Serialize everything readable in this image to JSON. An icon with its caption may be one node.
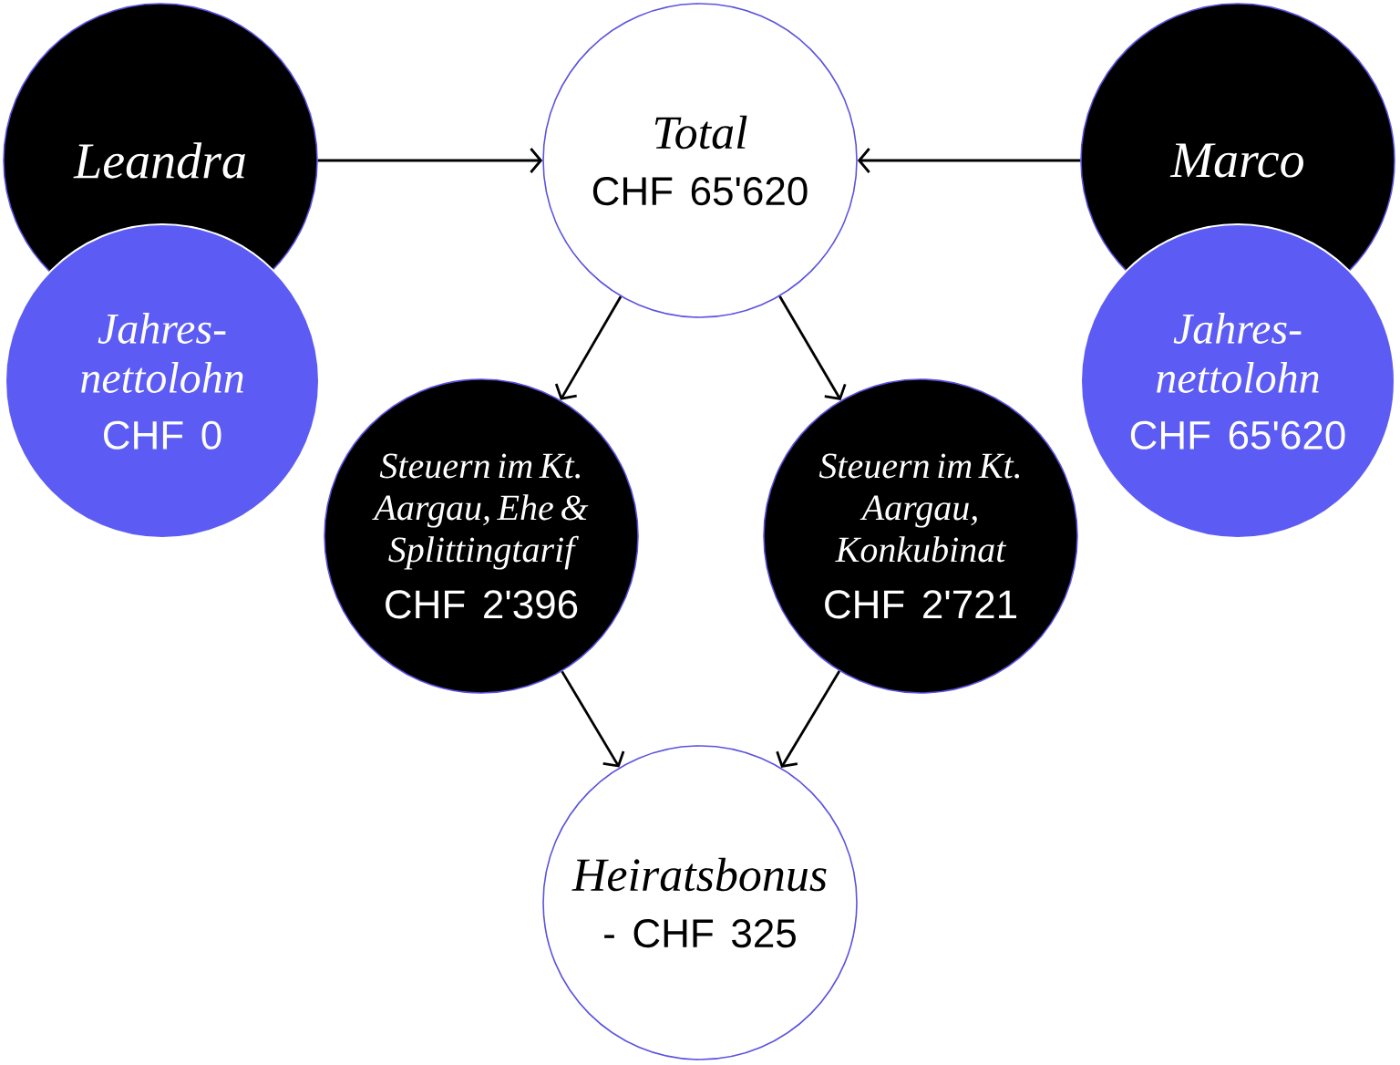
{
  "diagram": {
    "nodes": [
      {
        "text": [
          "Leandra"
        ]
      },
      {
        "text": [
          "Total",
          "CHF 65'620"
        ]
      },
      {
        "text": [
          "Marco"
        ]
      },
      {
        "text": [
          "Jahres- nettolohn",
          "CHF 0"
        ]
      },
      {
        "text": [
          "Jahres- nettolohn",
          "CHF 65'620"
        ]
      },
      {
        "text": [
          "Steuern im Kt. Aargau, Ehe & Splittingtarif",
          "CHF 2'396"
        ]
      },
      {
        "text": [
          "Steuern im Kt. Aargau, Konkubinat",
          "CHF 2'721"
        ]
      },
      {
        "text": [
          "Heiratsbonus",
          "- CHF 325"
        ]
      }
    ],
    "edges": [
      {
        "from": 0,
        "to": 1,
        "arrow": "to"
      },
      {
        "from": 2,
        "to": 1,
        "arrow": "to"
      },
      {
        "from": 1,
        "to": 5,
        "arrow": "to"
      },
      {
        "from": 1,
        "to": 6,
        "arrow": "to"
      },
      {
        "from": 5,
        "to": 7,
        "arrow": "to"
      },
      {
        "from": 6,
        "to": 7,
        "arrow": "to"
      }
    ]
  }
}
